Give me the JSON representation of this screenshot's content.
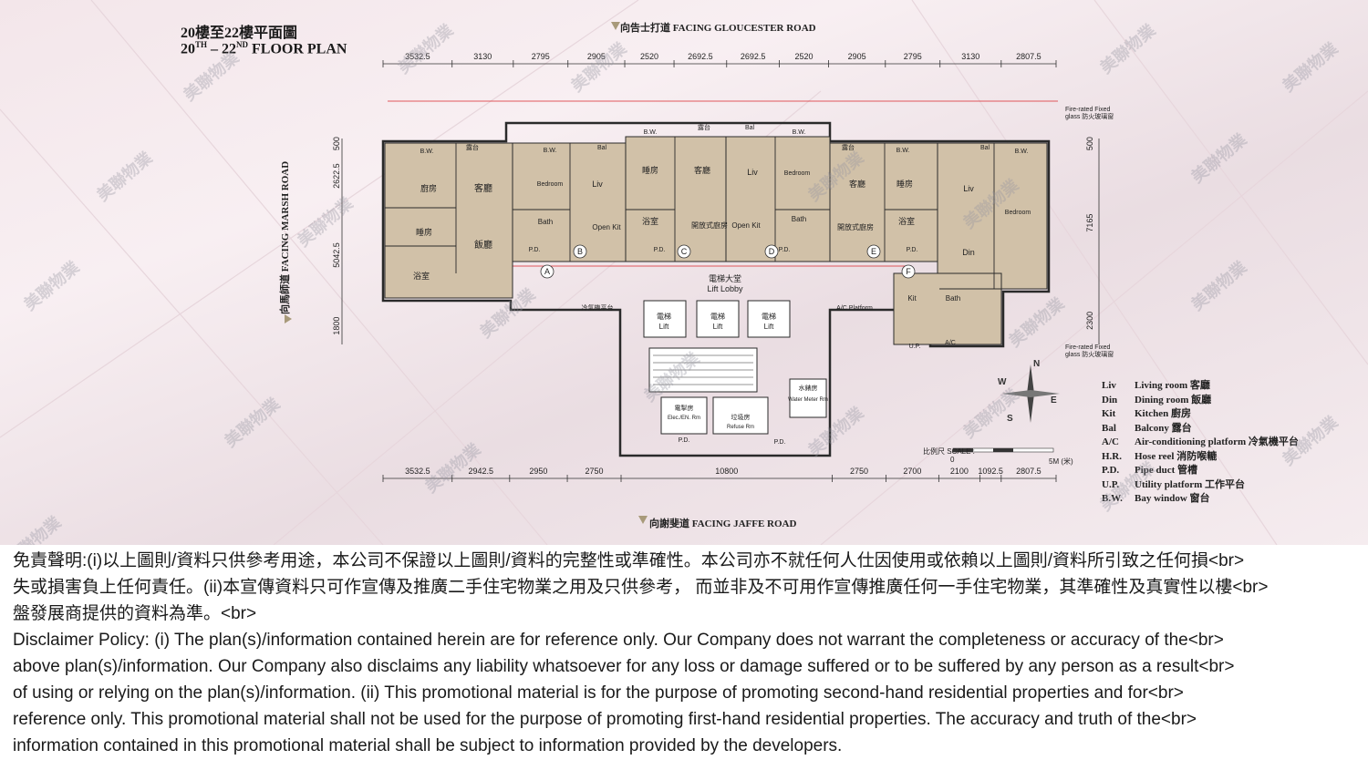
{
  "title": {
    "zh": "20樓至22樓平面圖",
    "en_prefix": "20",
    "en_sup1": "TH",
    "en_mid": " – 22",
    "en_sup2": "ND",
    "en_suffix": " FLOOR PLAN"
  },
  "facing": {
    "top": "向告士打道 FACING GLOUCESTER ROAD",
    "bottom": "向謝斐道 FACING JAFFE ROAD",
    "left": "向馬師道 FACING MARSH ROAD"
  },
  "dimensions_top": [
    "3532.5",
    "3130",
    "2795",
    "2905",
    "2520",
    "2692.5",
    "2692.5",
    "2520",
    "2905",
    "2795",
    "3130",
    "2807.5"
  ],
  "dimensions_bottom": [
    "3532.5",
    "2942.5",
    "2950",
    "2750",
    "10800",
    "2750",
    "2700",
    "2100",
    "1092.5",
    "2807.5"
  ],
  "dimensions_left": [
    "500",
    "2622.5",
    "5042.5",
    "1800"
  ],
  "dimensions_right": [
    "500",
    "7165",
    "2300"
  ],
  "units": [
    "A",
    "B",
    "C",
    "D",
    "E",
    "F"
  ],
  "rooms": {
    "living_dining_left": "客廳",
    "dining_left": "飯廳",
    "kitchen_left": "廚房",
    "bedroom_left": "睡房",
    "bath_left": "浴室",
    "bw": "B.W.",
    "bal": "Bal",
    "bal_zh": "露台",
    "bedroom": "Bedroom",
    "liv": "Liv",
    "bath": "Bath",
    "open_kit": "Open Kit",
    "open_kit_zh": "開放式廚房",
    "pd": "P.D.",
    "din": "Din",
    "kit": "Kit",
    "ac": "A/C",
    "up": "U.P.",
    "lift_lobby_zh": "電梯大堂",
    "lift_lobby": "Lift Lobby",
    "lift_zh": "電梯",
    "lift": "Lift",
    "ac_platform": "A/C Platform",
    "ac_platform_zh": "冷氣機平台",
    "elec_rm_zh": "電掣房",
    "elec_rm": "Elec./EN. Rm",
    "refuse_rm_zh": "垃圾房",
    "refuse_rm": "Refuse Rm",
    "water_meter_zh": "水錶房",
    "water_meter": "Water Meter Rm"
  },
  "fire_glass": "Fire-rated Fixed glass 防火玻璃窗",
  "scale": {
    "label": "比例尺 SCALE :",
    "zero": "0",
    "unit": "5M (米)"
  },
  "compass": {
    "n": "N",
    "e": "E",
    "s": "S",
    "w": "W"
  },
  "legend": [
    {
      "abbr": "Liv",
      "text": "Living room 客廳"
    },
    {
      "abbr": "Din",
      "text": "Dining room 飯廳"
    },
    {
      "abbr": "Kit",
      "text": "Kitchen 廚房"
    },
    {
      "abbr": "Bal",
      "text": "Balcony 露台"
    },
    {
      "abbr": "A/C",
      "text": "Air-conditioning platform 冷氣機平台"
    },
    {
      "abbr": "H.R.",
      "text": "Hose reel 消防喉轆"
    },
    {
      "abbr": "P.D.",
      "text": "Pipe duct 管槽"
    },
    {
      "abbr": "U.P.",
      "text": "Utility platform 工作平台"
    },
    {
      "abbr": "B.W.",
      "text": "Bay window 窗台"
    }
  ],
  "watermark": "美聯物業",
  "disclaimer": [
    "免責聲明:(i)以上圖則/資料只供參考用途，本公司不保證以上圖則/資料的完整性或準確性。本公司亦不就任何人仕因使用或依賴以上圖則/資料所引致之任何損<br>",
    "失或損害負上任何責任。(ii)本宣傳資料只可作宣傳及推廣二手住宅物業之用及只供參考， 而並非及不可用作宣傳推廣任何一手住宅物業，其準確性及真實性以樓<br>",
    "盤發展商提供的資料為準。<br>",
    "Disclaimer Policy: (i) The plan(s)/information contained herein are for reference only. Our Company does not warrant the completeness or accuracy of the<br>",
    "above plan(s)/information. Our Company also disclaims any liability whatsoever for any loss or damage suffered or to be suffered by any person as a result<br>",
    "of using or relying on the plan(s)/information. (ii) This promotional material is for the purpose of promoting second-hand residential properties and for<br>",
    "reference only. This promotional material shall not be used for the purpose of promoting first-hand residential properties. The accuracy and truth of the<br>",
    "information contained in this promotional material shall be subject to information provided by the developers."
  ],
  "colors": {
    "unit_fill": "#d1c1a8",
    "dim_red": "#d8262b",
    "wall": "#2a2a2a",
    "bg": "#f3e8ec"
  }
}
